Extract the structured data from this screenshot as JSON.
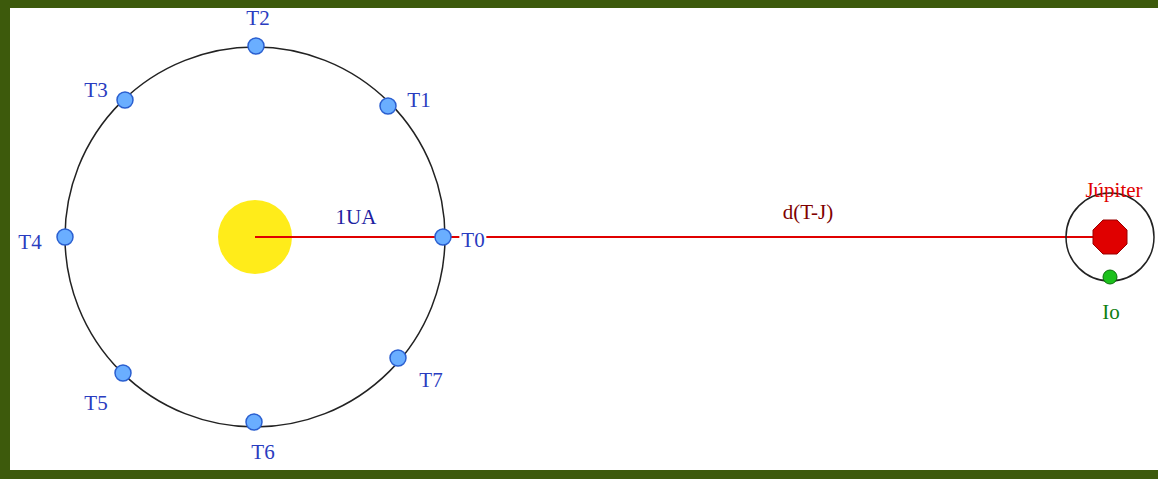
{
  "diagram": {
    "labels": [
      "T2",
      "T3",
      "T1",
      "1UA",
      "T4",
      "T0",
      "d(T-J)",
      "Júpiter",
      "Io",
      "T5",
      "T7",
      "T6"
    ]
  }
}
